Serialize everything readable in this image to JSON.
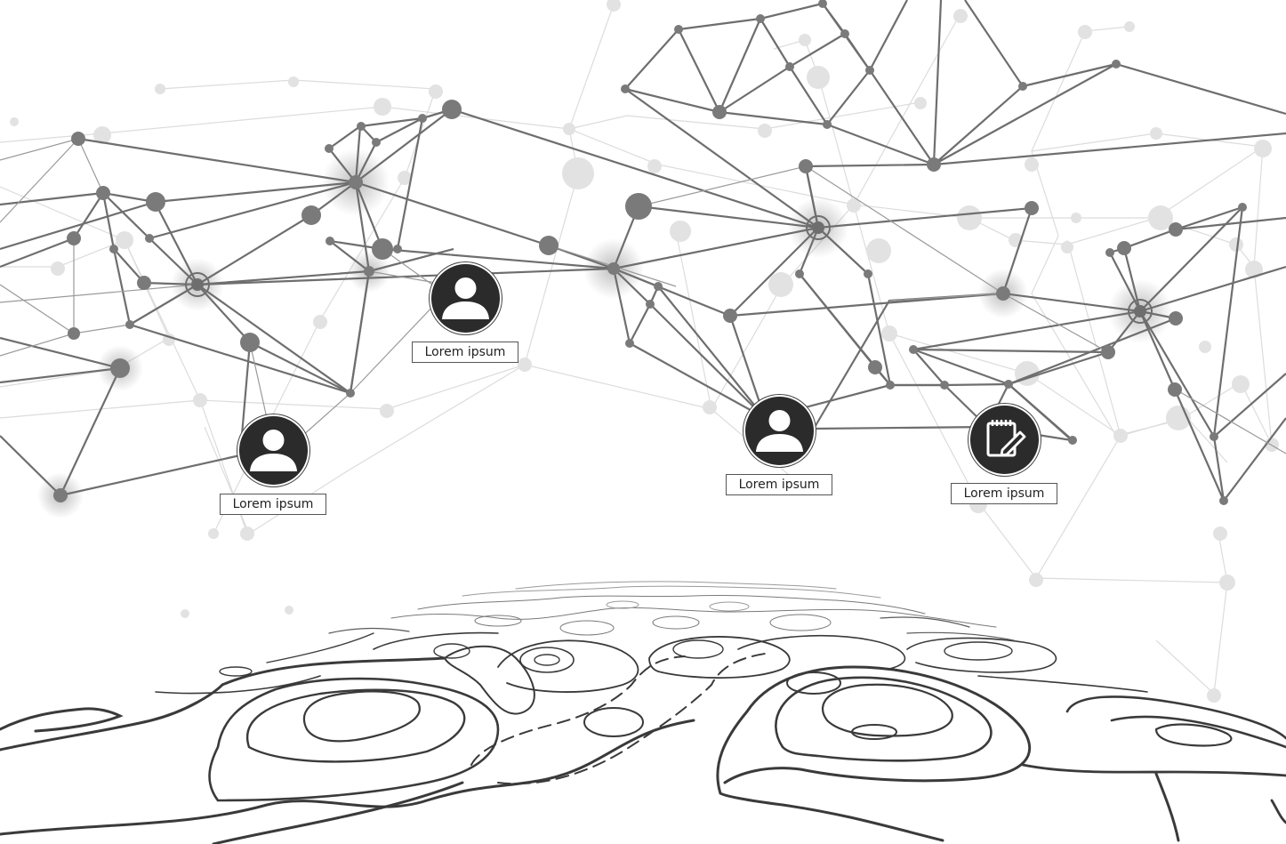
{
  "nodes": [
    {
      "label": "Lorem ipsum",
      "icon": "user-icon"
    },
    {
      "label": "Lorem ipsum",
      "icon": "user-icon"
    },
    {
      "label": "Lorem ipsum",
      "icon": "user-icon"
    },
    {
      "label": "Lorem ipsum",
      "icon": "notepad-edit-icon"
    }
  ],
  "colors": {
    "background": "#ffffff",
    "network_primary": "#6e6e6e",
    "network_faint": "#d9d9d9",
    "icon_fill": "#2b2b2b",
    "contour": "#3a3a3a"
  }
}
